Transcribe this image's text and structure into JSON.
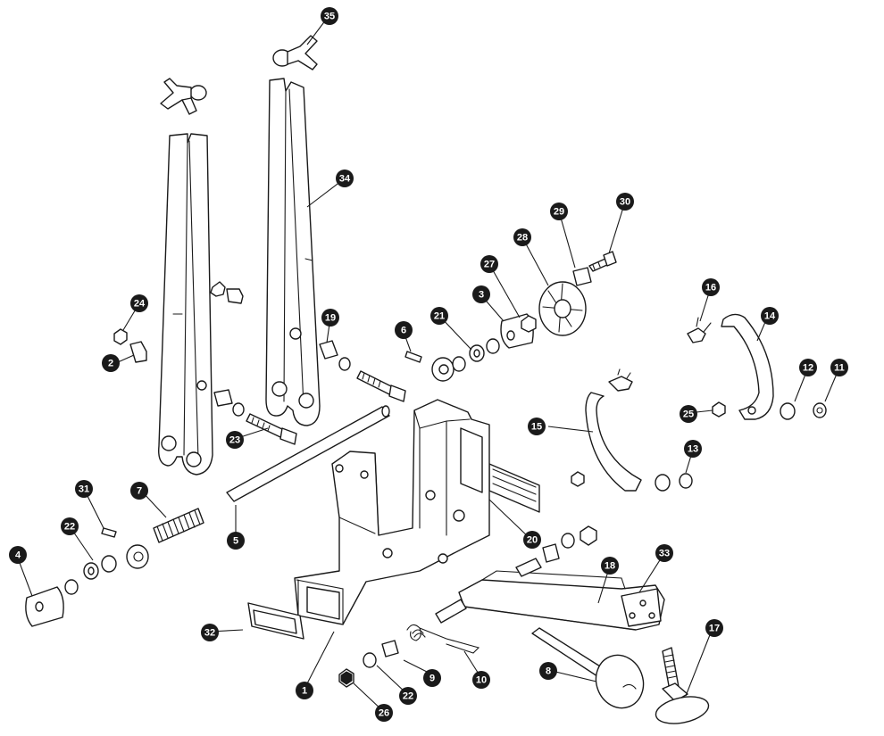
{
  "diagram": {
    "type": "exploded-parts-view",
    "callouts": [
      "1",
      "2",
      "3",
      "4",
      "5",
      "6",
      "7",
      "8",
      "9",
      "10",
      "11",
      "12",
      "13",
      "14",
      "15",
      "16",
      "17",
      "18",
      "19",
      "20",
      "21",
      "22",
      "22",
      "23",
      "24",
      "25",
      "26",
      "27",
      "28",
      "29",
      "30",
      "31",
      "32",
      "33",
      "34",
      "35"
    ]
  },
  "colors": {
    "ink": "#1a1a1a",
    "paper": "#ffffff"
  }
}
